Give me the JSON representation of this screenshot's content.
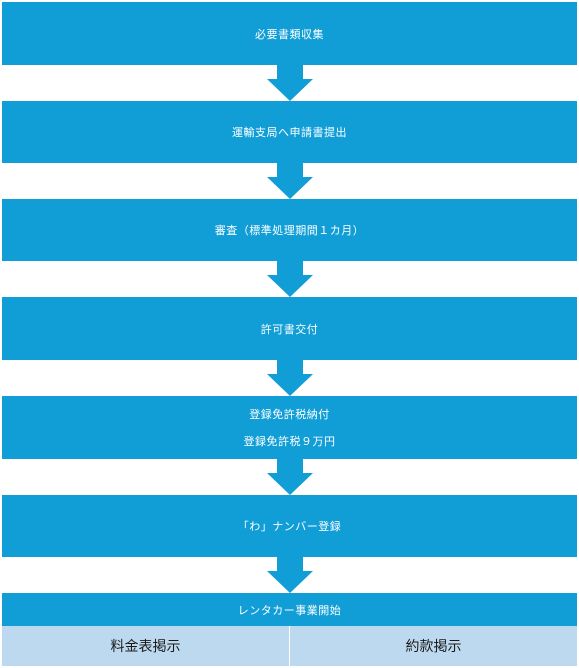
{
  "steps": [
    {
      "label": "必要書類収集"
    },
    {
      "label": "運輸支局へ申請書提出"
    },
    {
      "label": "審査（標準処理期間１カ月）"
    },
    {
      "label": "許可書交付"
    },
    {
      "label": "登録免許税納付",
      "sub": "登録免許税９万円"
    },
    {
      "label": "「わ」ナンバー登録"
    },
    {
      "label": "レンタカー事業開始"
    }
  ],
  "branches": [
    "料金表掲示",
    "約款掲示"
  ],
  "colors": {
    "step": "#119ed7",
    "branch": "#bcd9ef",
    "text": "#ffffff"
  }
}
